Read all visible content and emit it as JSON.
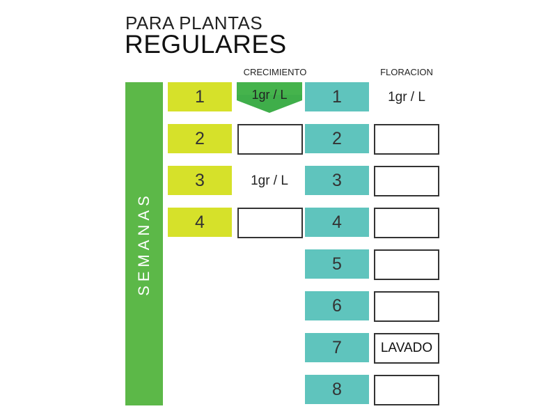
{
  "title": {
    "line1": "PARA PLANTAS",
    "line2": "REGULARES"
  },
  "headers": {
    "growth": "CRECIMIENTO",
    "flowering": "FLORACION"
  },
  "side_label": "SEMANAS",
  "colors": {
    "growth_week": "#d6e12a",
    "flowering_week": "#5fc4bd",
    "semanas_bar": "#5cb848",
    "arrow": "#3fae4a"
  },
  "growth": {
    "weeks": [
      "1",
      "2",
      "3",
      "4"
    ],
    "values": [
      "1gr / L",
      "",
      "1gr / L",
      ""
    ]
  },
  "flowering": {
    "weeks": [
      "1",
      "2",
      "3",
      "4",
      "5",
      "6",
      "7",
      "8"
    ],
    "values": [
      "1gr / L",
      "",
      "",
      "",
      "",
      "",
      "LAVADO",
      ""
    ]
  }
}
